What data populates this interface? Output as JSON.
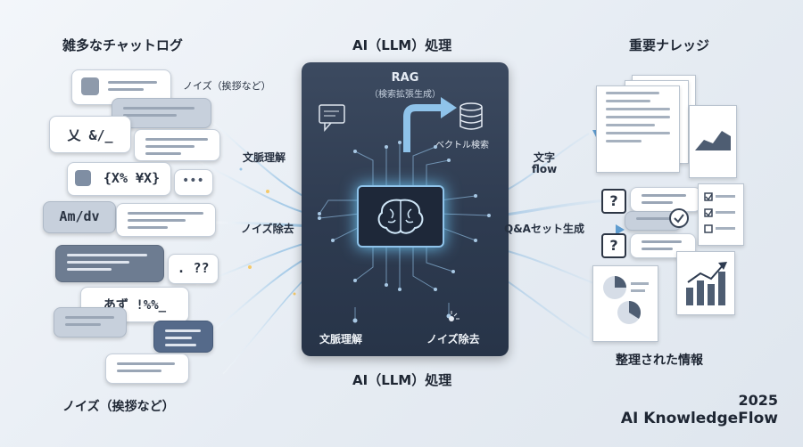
{
  "left": {
    "title": "雑多なチャットログ",
    "noise_top": "ノイズ（挨拶など）",
    "noise_bottom": "ノイズ（挨拶など）",
    "garbled": [
      "乂 &/_",
      "{X% ¥X}",
      "Am/dv",
      ". ??",
      "あず !%%_"
    ],
    "ellipsis": "•••"
  },
  "flow_left": {
    "context": "文脈理解",
    "noise_removal": "ノイズ除去"
  },
  "center": {
    "title_top": "AI（LLM）処理",
    "rag_title": "RAG",
    "rag_sub": "（検索拡張生成）",
    "vector_search": "ベクトル検索",
    "bottom_left": "文脈理解",
    "bottom_right": "ノイズ除去",
    "title_bottom": "AI（LLM）処理"
  },
  "flow_right": {
    "text_flow_1": "文字",
    "text_flow_2": "flow",
    "qa_gen": "Q&Aセット生成"
  },
  "right": {
    "title": "重要ナレッジ",
    "organized": "整理された情報",
    "qmark": "?"
  },
  "footer": {
    "year": "2025",
    "brand": "AI KnowledgeFlow"
  },
  "colors": {
    "panel": "#2e3b50",
    "flow": "#7fb3dc",
    "accent": "#6ec3f0"
  }
}
